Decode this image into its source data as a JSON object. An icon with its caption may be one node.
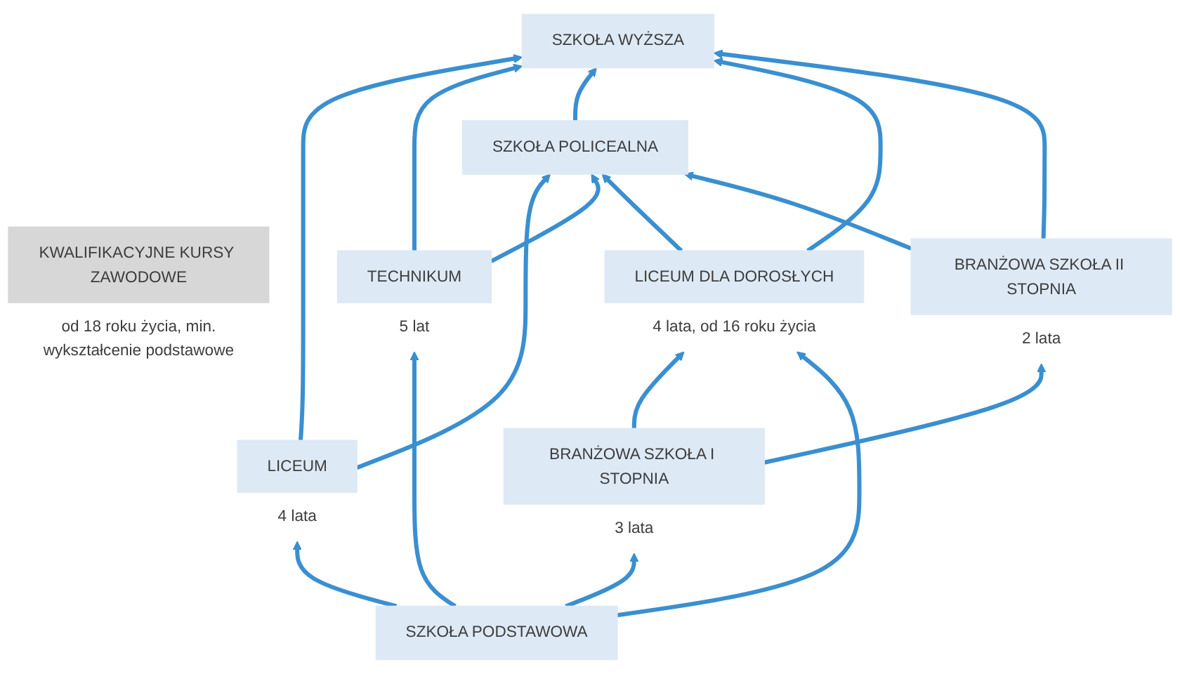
{
  "diagram": {
    "nodes": [
      {
        "text": [
          "SZKOŁA WYŻSZA"
        ]
      },
      {
        "text": [
          "SZKOŁA POLICEALNA"
        ]
      },
      {
        "text": [
          "KWALIFIKACYJNE KURSY ZAWODOWE"
        ],
        "beside": [
          "od 18 roku życia, min. wykształcenie podstawowe"
        ]
      },
      {
        "text": [
          "BRANŻOWA SZKOŁA II STOPNIA"
        ],
        "beside": [
          "2 lata"
        ]
      },
      {
        "text": [
          "LICEUM"
        ],
        "beside": [
          "4 lata"
        ]
      },
      {
        "text": [
          "TECHNIKUM"
        ],
        "beside": [
          "5 lat"
        ]
      },
      {
        "text": [
          "LICEUM DLA DOROSŁYCH"
        ],
        "beside": [
          "4 lata, od 16 roku życia"
        ]
      },
      {
        "text": [
          "BRANŻOWA SZKOŁA I STOPNIA"
        ],
        "beside": [
          "3 lata"
        ]
      },
      {
        "text": [
          "SZKOŁA PODSTAWOWA"
        ]
      }
    ],
    "edges": [
      {
        "from": 4,
        "to": 0,
        "arrow": "to"
      },
      {
        "from": 4,
        "to": 1,
        "arrow": "to"
      },
      {
        "from": 5,
        "to": 0,
        "arrow": "to"
      },
      {
        "from": 5,
        "to": 1,
        "arrow": "to"
      },
      {
        "from": 1,
        "to": 0,
        "arrow": "to"
      },
      {
        "from": 6,
        "to": 1,
        "arrow": "to"
      },
      {
        "from": 6,
        "to": 0,
        "arrow": "to"
      },
      {
        "from": 3,
        "to": 0,
        "arrow": "to"
      },
      {
        "from": 3,
        "to": 1,
        "arrow": "to"
      },
      {
        "from": 7,
        "to": 3,
        "arrow": "to"
      },
      {
        "from": 7,
        "to": 6,
        "arrow": "to"
      },
      {
        "from": 8,
        "to": 4,
        "arrow": "to"
      },
      {
        "from": 8,
        "to": 5,
        "arrow": "to"
      },
      {
        "from": 8,
        "to": 6,
        "arrow": "to"
      },
      {
        "from": 8,
        "to": 7,
        "arrow": "to"
      }
    ]
  }
}
